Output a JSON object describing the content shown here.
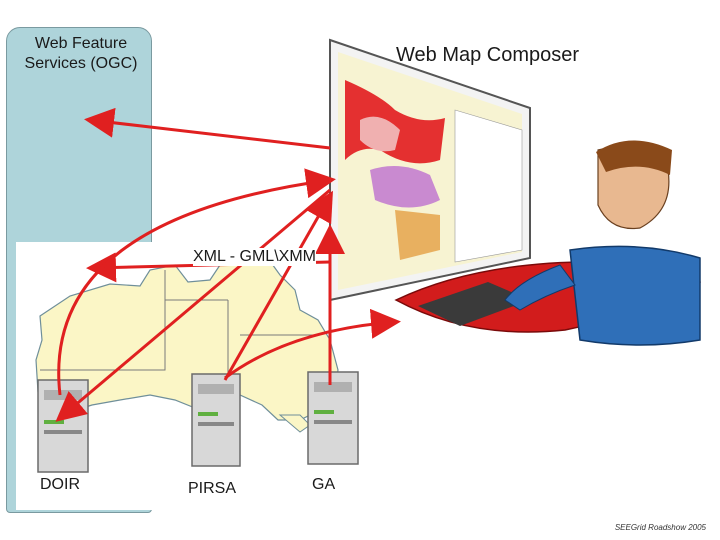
{
  "wfs": {
    "line1": "Web Feature",
    "line2": "Services (OGC)"
  },
  "composer": {
    "title": "Web Map Composer"
  },
  "xml": {
    "label": "XML - GML\\XMM"
  },
  "servers": [
    {
      "label": "DOIR"
    },
    {
      "label": "PIRSA"
    },
    {
      "label": "GA"
    }
  ],
  "footer": {
    "text": "SEEGrid Roadshow 2005"
  },
  "colors": {
    "panel": "#aed4da",
    "arrow": "#e02020",
    "map_land": "#fbf6c6",
    "person_shirt": "#2f6fb8",
    "desk": "#d21c1c"
  }
}
